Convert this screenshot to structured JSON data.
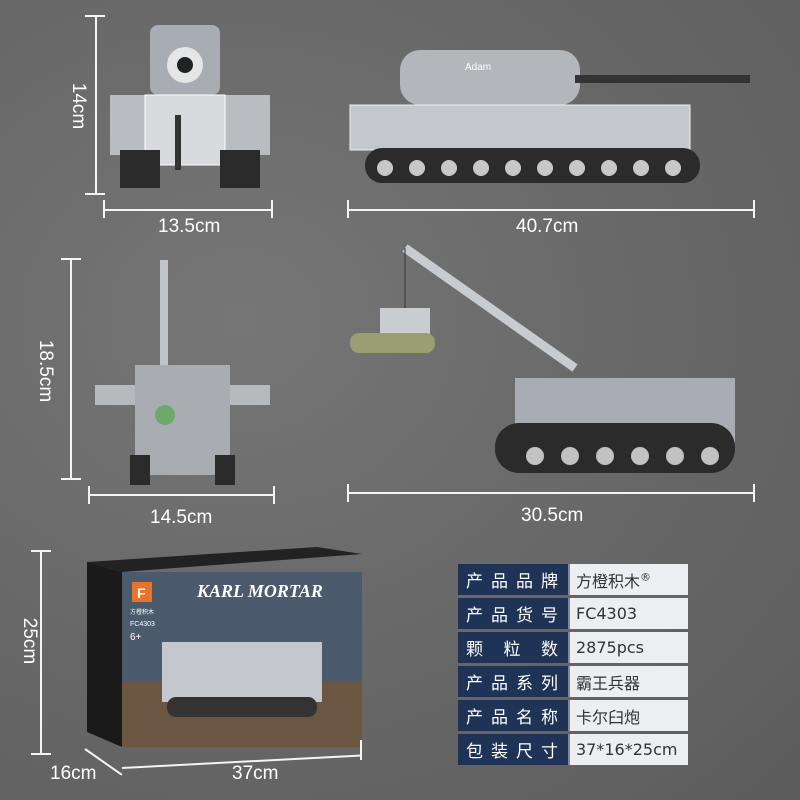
{
  "dimensions": {
    "front_height": "14cm",
    "front_width": "13.5cm",
    "side_length": "40.7cm",
    "crane_front_height": "18.5cm",
    "crane_front_width": "14.5cm",
    "crane_side_length": "30.5cm",
    "box_height": "25cm",
    "box_depth": "16cm",
    "box_width": "37cm"
  },
  "model_label": "Adam",
  "box": {
    "title": "KARL MORTAR",
    "brand_logo": "F",
    "brand_name": "方橙积木",
    "code": "FC4303",
    "age": "6+"
  },
  "specs": [
    {
      "label": "产品品牌",
      "value": "方橙积木",
      "sup": "®"
    },
    {
      "label": "产品货号",
      "value": "FC4303"
    },
    {
      "label": "颗粒数",
      "value": "2875pcs"
    },
    {
      "label": "产品系列",
      "value": "霸王兵器"
    },
    {
      "label": "产品名称",
      "value": "卡尔臼炮"
    },
    {
      "label": "包装尺寸",
      "value": "37*16*25cm"
    }
  ]
}
